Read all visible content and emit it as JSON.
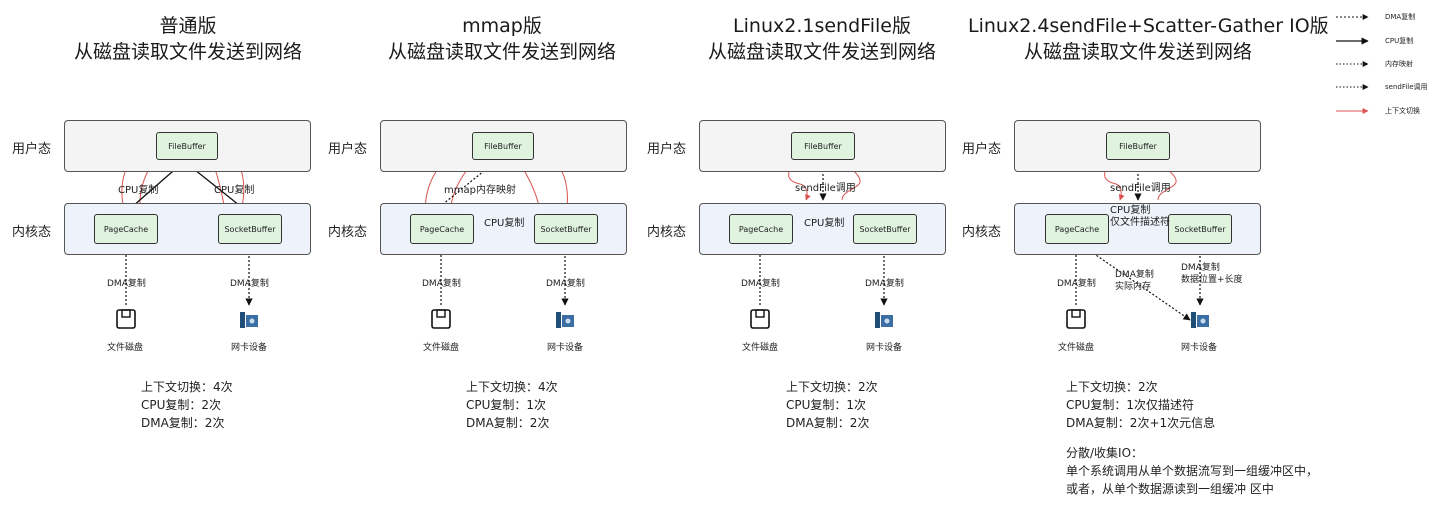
{
  "diagrams": [
    {
      "title1": "普通版",
      "title2": "从磁盘读取文件发送到网络",
      "user_label": "用户态",
      "kernel_label": "内核态",
      "file_buffer": "FileBuffer",
      "page_cache": "PageCache",
      "socket_buffer": "SocketBuffer",
      "cpu_label_left": "CPU复制",
      "cpu_label_right": "CPU复制",
      "dma_left": "DMA复制",
      "dma_right": "DMA复制",
      "disk_label": "文件磁盘",
      "nic_label": "网卡设备",
      "stats": [
        "上下文切换：4次",
        "CPU复制：2次",
        "DMA复制：2次"
      ]
    },
    {
      "title1": "mmap版",
      "title2": "从磁盘读取文件发送到网络",
      "user_label": "用户态",
      "kernel_label": "内核态",
      "file_buffer": "FileBuffer",
      "page_cache": "PageCache",
      "socket_buffer": "SocketBuffer",
      "mmap_label": "mmap内存映射",
      "cpu_label": "CPU复制",
      "dma_left": "DMA复制",
      "dma_right": "DMA复制",
      "disk_label": "文件磁盘",
      "nic_label": "网卡设备",
      "stats": [
        "上下文切换：4次",
        "CPU复制：1次",
        "DMA复制：2次"
      ]
    },
    {
      "title1": "Linux2.1sendFile版",
      "title2": "从磁盘读取文件发送到网络",
      "user_label": "用户态",
      "kernel_label": "内核态",
      "file_buffer": "FileBuffer",
      "page_cache": "PageCache",
      "socket_buffer": "SocketBuffer",
      "sendfile_label": "sendFile调用",
      "cpu_label": "CPU复制",
      "dma_left": "DMA复制",
      "dma_right": "DMA复制",
      "disk_label": "文件磁盘",
      "nic_label": "网卡设备",
      "stats": [
        "上下文切换：2次",
        "CPU复制：1次",
        "DMA复制：2次"
      ]
    },
    {
      "title1": "Linux2.4sendFile+Scatter-Gather IO版",
      "title2": "从磁盘读取文件发送到网络",
      "user_label": "用户态",
      "kernel_label": "内核态",
      "file_buffer": "FileBuffer",
      "page_cache": "PageCache",
      "socket_buffer": "SocketBuffer",
      "sendfile_label": "sendFile调用",
      "cpu_label1": "CPU复制",
      "cpu_label2": "仅文件描述符",
      "dma_mem1": "DMA复制",
      "dma_mem2": "实际内存",
      "dma_meta1": "DMA复制",
      "dma_meta2": "数据位置+长度",
      "dma_left": "DMA复制",
      "disk_label": "文件磁盘",
      "nic_label": "网卡设备",
      "stats": [
        "上下文切换：2次",
        "CPU复制：1次仅描述符",
        "DMA复制：2次+1次元信息"
      ],
      "note": [
        "分散/收集IO：",
        "单个系统调用从单个数据流写到一组缓冲区中，",
        "或者，从单个数据源读到一组缓冲 区中"
      ]
    }
  ],
  "legend": [
    {
      "label": "DMA复制",
      "style": "dotted",
      "color": "#111111"
    },
    {
      "label": "CPU复制",
      "style": "solid",
      "color": "#111111"
    },
    {
      "label": "内存映射",
      "style": "dotted",
      "color": "#111111"
    },
    {
      "label": "sendFile调用",
      "style": "dotted",
      "color": "#111111"
    },
    {
      "label": "上下文切换",
      "style": "solid",
      "color": "#d9534f"
    }
  ],
  "colors": {
    "user_band": "#f4f4f4",
    "kernel_band": "#eef3fb",
    "node_fill": "#dff3df",
    "context_switch": "#d9534f"
  }
}
